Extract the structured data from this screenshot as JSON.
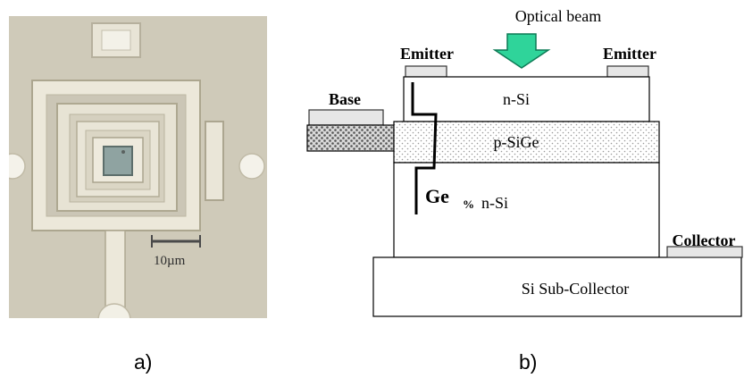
{
  "panel_a": {
    "scale_bar_label": "10µm",
    "caption": "a)",
    "colors": {
      "background": "#c9c4b4",
      "metal": "#e9e5d6",
      "window": "#8fa3a1"
    }
  },
  "panel_b": {
    "caption": "b)",
    "optical_beam_label": "Optical beam",
    "emitter_left_label": "Emitter",
    "emitter_right_label": "Emitter",
    "base_label": "Base",
    "collector_label": "Collector",
    "layer_emitter": "n-Si",
    "layer_base": "p-SiGe",
    "layer_collector": "n-Si",
    "layer_subcollector": "Si Sub-Collector",
    "ge_profile_label": "Ge",
    "ge_profile_subscript": "%",
    "colors": {
      "arrow": "#2fd49a",
      "arrow_edge": "#0d7a55",
      "contact": "#e6e6e6"
    }
  }
}
